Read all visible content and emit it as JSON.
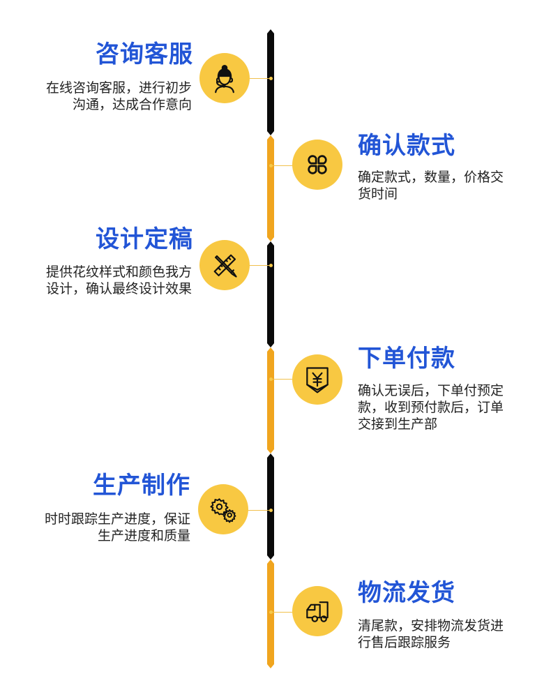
{
  "steps": [
    {
      "title": "咨询客服",
      "desc": "在线咨询客服，进行初步沟通，达成合作意向",
      "icon": "customer-service-icon",
      "side": "left"
    },
    {
      "title": "确认款式",
      "desc": "确定款式，数量，价格交货时间",
      "icon": "four-petal-grid-icon",
      "side": "right"
    },
    {
      "title": "设计定稿",
      "desc": "提供花纹样式和颜色我方设计，确认最终设计效果",
      "icon": "pencil-ruler-icon",
      "side": "left"
    },
    {
      "title": "下单付款",
      "desc": "确认无误后，下单付预定款，收到预付款后，订单交接到生产部",
      "icon": "yen-payment-icon",
      "side": "right"
    },
    {
      "title": "生产制作",
      "desc": "时时跟踪生产进度，保证生产进度和质量",
      "icon": "gears-icon",
      "side": "left"
    },
    {
      "title": "物流发货",
      "desc": "清尾款，安排物流发货进行售后跟踪服务",
      "icon": "delivery-truck-icon",
      "side": "right"
    }
  ],
  "colors": {
    "title": "#2255d6",
    "circle": "#f8c842",
    "line_dark": "#0a0a0a",
    "line_gold": "#f0a51e",
    "text": "#222222"
  }
}
